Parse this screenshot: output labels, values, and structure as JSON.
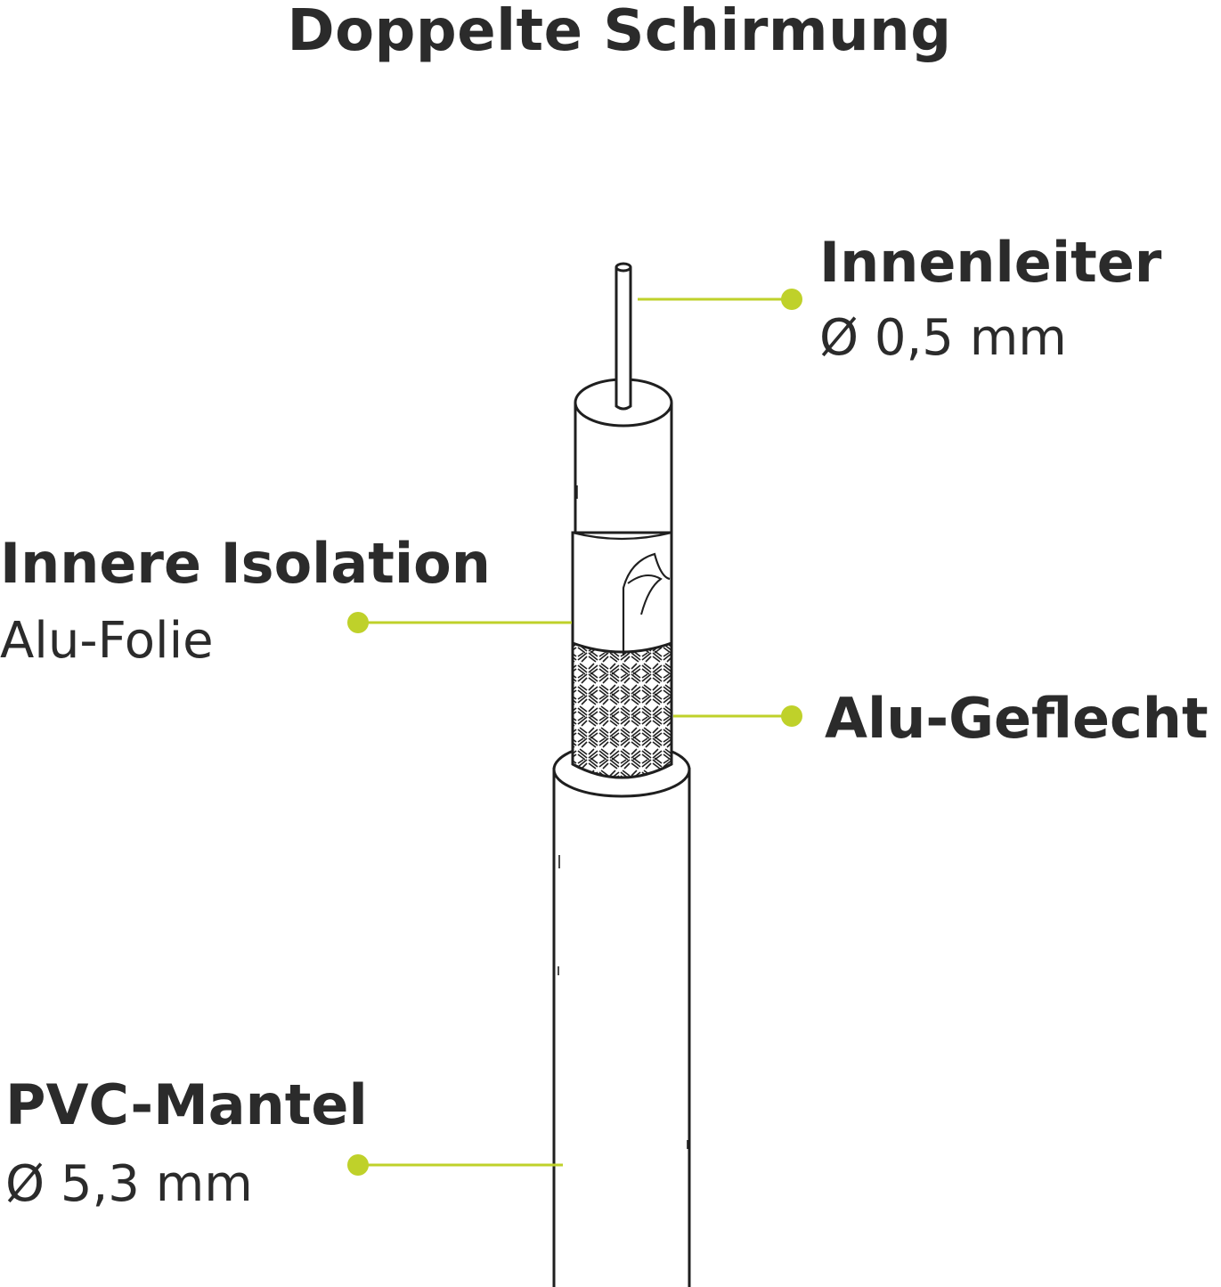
{
  "title": "Doppelte Schirmung",
  "accent_color": "#bfd12a",
  "line_color": "#1f1f1f",
  "labels": {
    "innenleiter": {
      "name": "Innenleiter",
      "spec": "Ø 0,5 mm"
    },
    "innere_isolation": {
      "name": "Innere Isolation",
      "spec": "Alu-Folie"
    },
    "alu_geflecht": {
      "name": "Alu-Geflecht"
    },
    "pvc_mantel": {
      "name": "PVC-Mantel",
      "spec": "Ø 5,3 mm"
    }
  }
}
